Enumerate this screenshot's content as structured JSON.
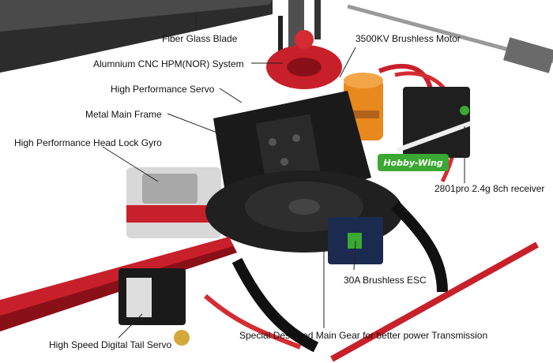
{
  "callouts": {
    "blade": "Fiber Glass Blade",
    "motor": "3500KV Brushless Motor",
    "hpm": "Alumnium CNC HPM(NOR) System",
    "servo": "High Performance Servo",
    "frame": "Metal Main Frame",
    "gyro": "High Performance Head Lock Gyro",
    "receiver": "2801pro 2.4g 8ch receiver",
    "esc": "30A Brushless ESC",
    "tail_servo": "High Speed Digital Tail Servo",
    "gear": "Special Designed Main Gear for better power Transmission"
  },
  "badge": {
    "text": "Hobby-Wing"
  },
  "colors": {
    "frame": "#1a1a1a",
    "red_anodized": "#c8202a",
    "motor_orange": "#e8891e",
    "badge_green": "#3aa832",
    "leader_line": "#222222"
  }
}
